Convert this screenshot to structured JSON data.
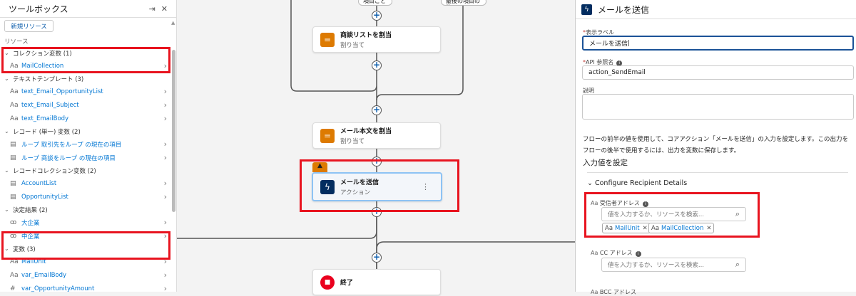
{
  "toolbox": {
    "title": "ツールボックス",
    "new_resource": "新規リソース",
    "resources_label": "リソース",
    "sections": [
      {
        "label": "コレクション変数 (1)",
        "items": [
          {
            "icon": "text-icon",
            "icon_glyph": "Aa",
            "label": "MailCollection"
          }
        ]
      },
      {
        "label": "テキストテンプレート (3)",
        "items": [
          {
            "icon": "text-icon",
            "icon_glyph": "Aa",
            "label": "text_Email_OpportunityList"
          },
          {
            "icon": "text-icon",
            "icon_glyph": "Aa",
            "label": "text_Email_Subject"
          },
          {
            "icon": "text-icon",
            "icon_glyph": "Aa",
            "label": "text_EmailBody"
          }
        ]
      },
      {
        "label": "レコード (単一) 変数 (2)",
        "items": [
          {
            "icon": "record-icon",
            "icon_glyph": "▤",
            "label": "ループ 取引先をループ の現在の項目"
          },
          {
            "icon": "record-icon",
            "icon_glyph": "▤",
            "label": "ループ 商談をループ の現在の項目"
          }
        ]
      },
      {
        "label": "レコードコレクション変数 (2)",
        "items": [
          {
            "icon": "record-icon",
            "icon_glyph": "▤",
            "label": "AccountList"
          },
          {
            "icon": "record-icon",
            "icon_glyph": "▤",
            "label": "OpportunityList"
          }
        ]
      },
      {
        "label": "決定結果 (2)",
        "items": [
          {
            "icon": "outcome-icon",
            "icon_glyph": "ꝏ",
            "label": "大企業"
          },
          {
            "icon": "outcome-icon",
            "icon_glyph": "ꝏ",
            "label": "中企業"
          }
        ]
      },
      {
        "label": "変数 (3)",
        "items": [
          {
            "icon": "text-icon",
            "icon_glyph": "Aa",
            "label": "MailUnit"
          },
          {
            "icon": "text-icon",
            "icon_glyph": "Aa",
            "label": "var_EmailBody"
          },
          {
            "icon": "number-icon",
            "icon_glyph": "#",
            "label": "var_OpportunityAmount"
          }
        ]
      }
    ]
  },
  "canvas": {
    "loop_labels": [
      "項目ごと",
      "最後の項目の後"
    ],
    "nodes": [
      {
        "title": "商談リストを割当",
        "subtitle": "割り当て"
      },
      {
        "title": "メール本文を割当",
        "subtitle": "割り当て"
      },
      {
        "title": "メールを送信",
        "subtitle": "アクション"
      },
      {
        "title": "終了",
        "subtitle": ""
      }
    ]
  },
  "panel": {
    "title": "メールを送信",
    "label_field": {
      "label": "表示ラベル",
      "value": "メールを送信"
    },
    "api_field": {
      "label": "API 参照名",
      "value": "action_SendEmail"
    },
    "desc_field": {
      "label": "説明",
      "value": ""
    },
    "help_text": "フローの前半の値を使用して、コアアクション「メールを送信」の入力を設定します。この出力をフローの後半で使用するには、出力を変数に保存します。",
    "set_inputs": "入力値を設定",
    "section": "Configure Recipient Details",
    "recipient": {
      "label": "受信者アドレス",
      "placeholder": "値を入力するか、リソースを検索...",
      "chips": [
        "MailUnit",
        "MailCollection"
      ]
    },
    "cc": {
      "label": "CC アドレス",
      "placeholder": "値を入力するか、リソースを検索..."
    },
    "bcc": {
      "label": "BCC アドレス"
    }
  },
  "colors": {
    "highlight": "#e8141f",
    "assignment": "#dd7a01",
    "action": "#032d60",
    "end": "#ea001e",
    "link": "#0176d3"
  }
}
